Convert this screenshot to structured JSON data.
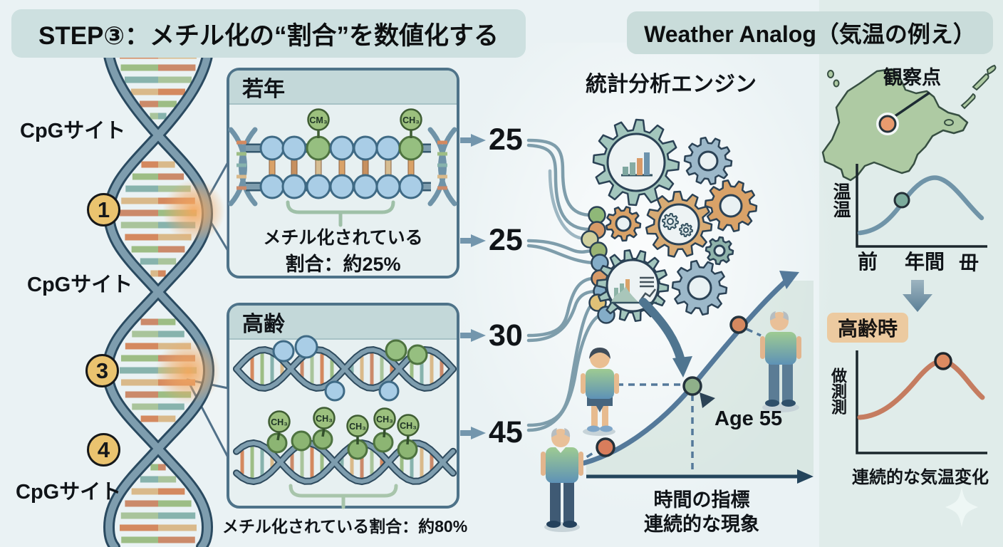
{
  "titles": {
    "left": "STEP③：メチル化の“割合”を数値化する",
    "right": "Weather Analog（気温の例え）"
  },
  "dna": {
    "label_top": "CpGサイト",
    "label_mid": "CpGサイト",
    "label_bottom": "CpGサイト",
    "sites": [
      "1",
      "3",
      "4"
    ]
  },
  "young": {
    "header": "若年",
    "methyl_left": "CM₃",
    "methyl_right": "CH₃",
    "caption1": "メチル化されている",
    "caption2": "割合：約25%"
  },
  "old": {
    "header": "高齢",
    "methyls": [
      "CH₃",
      "CH₃",
      "CH₃",
      "CH₃",
      "CH₃"
    ],
    "caption": "メチル化されている割合：約80%"
  },
  "values": [
    "25",
    "25",
    "30",
    "45"
  ],
  "engine": {
    "title": "統計分析エンジン"
  },
  "timeline": {
    "age_label": "Age 55",
    "axis_label1": "時間の指標",
    "axis_label2": "連続的な現象"
  },
  "weather": {
    "map_label": "観察点",
    "chart_top": {
      "ylabel": "温温",
      "xticks": [
        "前",
        "年間",
        "毌"
      ]
    },
    "elderly_badge": "高齢時",
    "chart_bottom": {
      "ylabel": "做測測",
      "xlabel": "連続的な気温変化"
    }
  },
  "colors": {
    "background": "#eaf2f4",
    "right_panel": "#e0ecea",
    "banner": "#cde0e0",
    "panel_border": "#4e7389",
    "panel_header": "#c3d8d9",
    "helix_strand": "#7e9dae",
    "site_circle": "#eac36f",
    "glow": "#f2a963",
    "curve": "#54799a",
    "weather_curve_young": "#7094a8",
    "weather_curve_old": "#c57c60",
    "elderly_badge_bg": "#eccaa0",
    "dots": {
      "green": "#8fb878",
      "orange": "#d79a68",
      "pale": "#cfcf9e",
      "olive": "#9ab474",
      "blue": "#84adc8",
      "yellow": "#e0c177"
    },
    "gear_teal": "#a3c6bd",
    "gear_bluegray": "#9cb8c9",
    "gear_orange": "#d9a268",
    "gear_tan": "#d8ab74"
  }
}
